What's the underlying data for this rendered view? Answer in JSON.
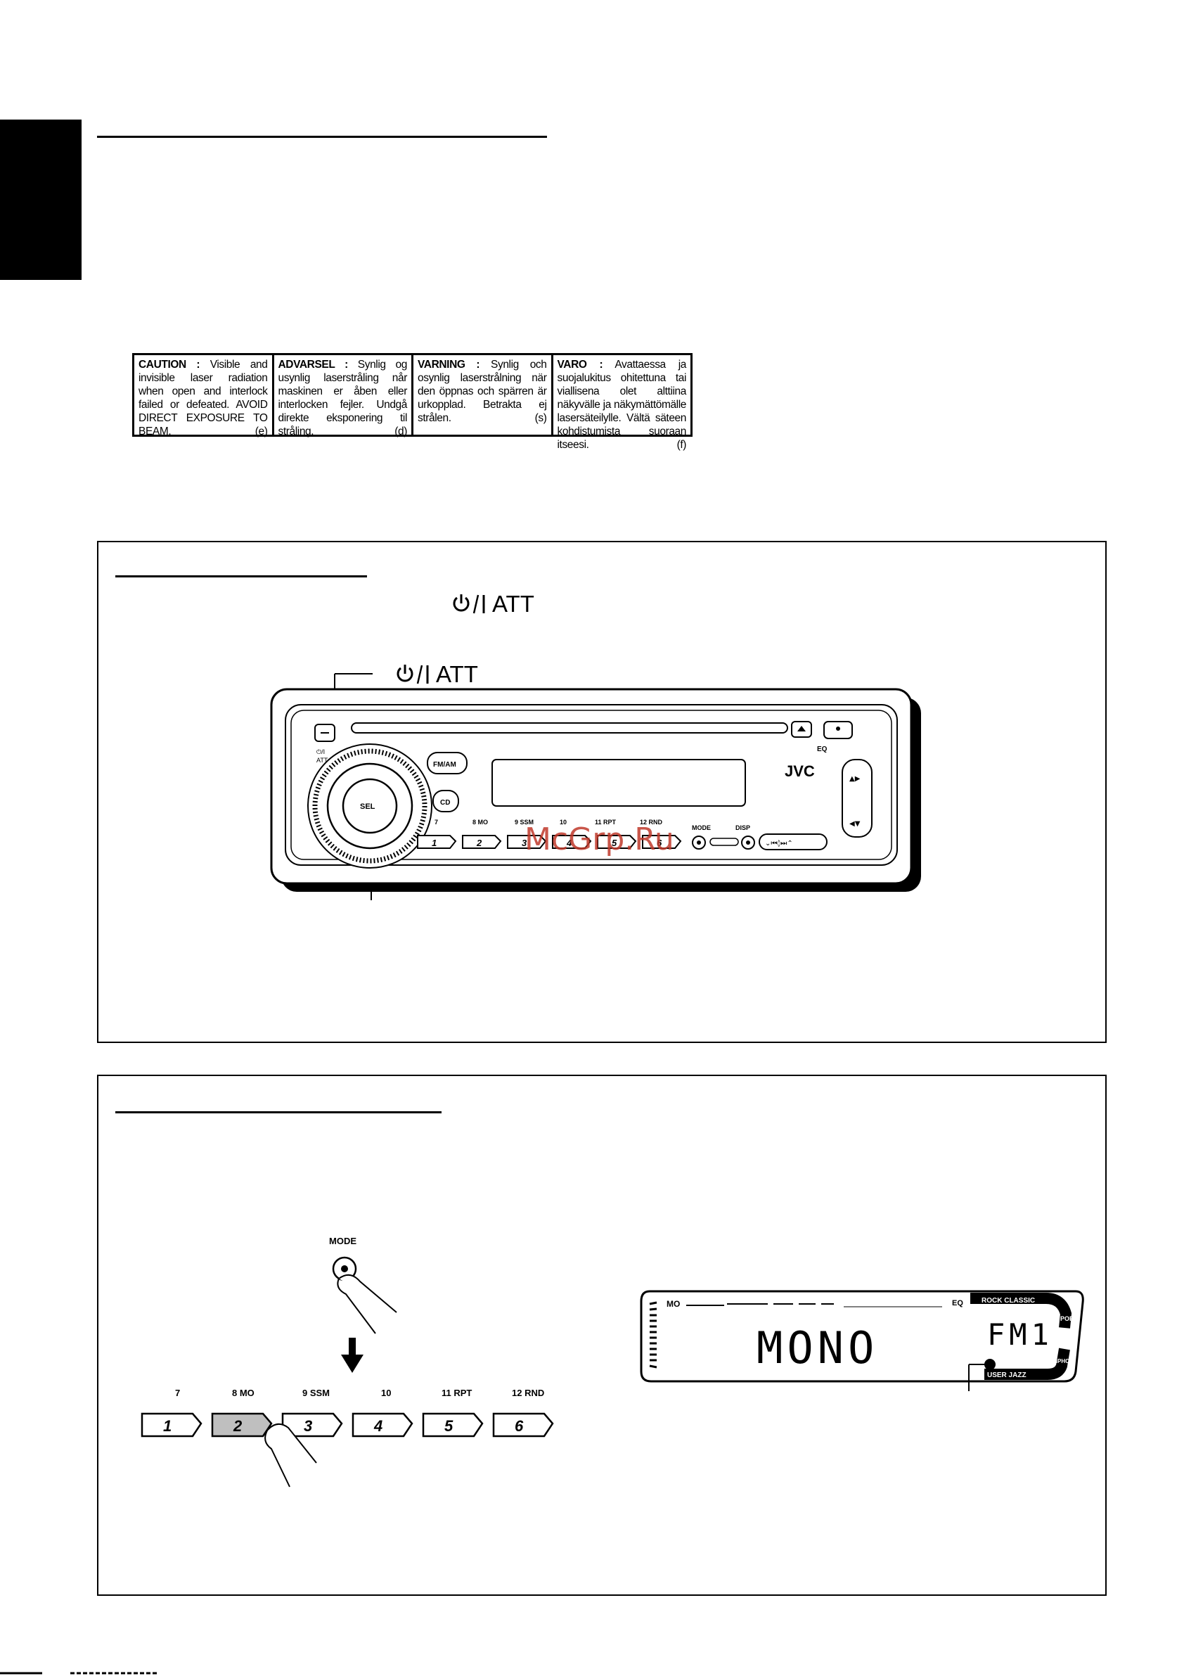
{
  "caution": [
    {
      "head": "CAUTION :",
      "body": "Visible and invisible laser radiation when open and interlock failed or defeated. AVOID DIRECT EXPOSURE TO BEAM.",
      "code": "(e)"
    },
    {
      "head": "ADVARSEL :",
      "body": "Synlig og usynlig laserstråling når maskinen er åben eller interlocken fejler. Undgå direkte eksponering til stråling.",
      "code": "(d)"
    },
    {
      "head": "VARNING :",
      "body": "Synlig och osynlig laserstrålning när den öppnas och spärren är urkopplad. Betrakta ej strålen.",
      "code": "(s)"
    },
    {
      "head": "VARO :",
      "body": "Avattaessa ja suojalukitus ohitettuna tai viallisena olet alttiina näkyvälle ja näkymättömälle lasersäteilylle. Vältä säteen kohdistumista suoraan itseesi.",
      "code": "(f)"
    }
  ],
  "section1": {
    "att_text": "ATT",
    "att_callout": "ATT",
    "unit": {
      "brand": "JVC",
      "fmam": "FM/AM",
      "cd": "CD",
      "sel": "SEL",
      "eq": "EQ",
      "mode": "MODE",
      "disp": "DISP",
      "power_att": "ATT",
      "preset_labels": [
        "7",
        "8  MO",
        "9  SSM",
        "10",
        "11  RPT",
        "12  RND"
      ],
      "presets": [
        "1",
        "2",
        "3",
        "4",
        "5",
        "6"
      ]
    }
  },
  "watermark": "McGrp.Ru",
  "section2": {
    "mode_label": "MODE",
    "preset_labels": [
      "7",
      "8  MO",
      "9  SSM",
      "10",
      "11  RPT",
      "12  RND"
    ],
    "presets": [
      "1",
      "2",
      "3",
      "4",
      "5",
      "6"
    ],
    "display": {
      "mo": "MO",
      "main": "MONO",
      "band": "FM1",
      "eq": "EQ",
      "modes_top": "ROCK CLASSIC",
      "pops": "POPS",
      "modes_bottom": "USER  JAZZ",
      "hiphop": "HIPHOP"
    }
  }
}
